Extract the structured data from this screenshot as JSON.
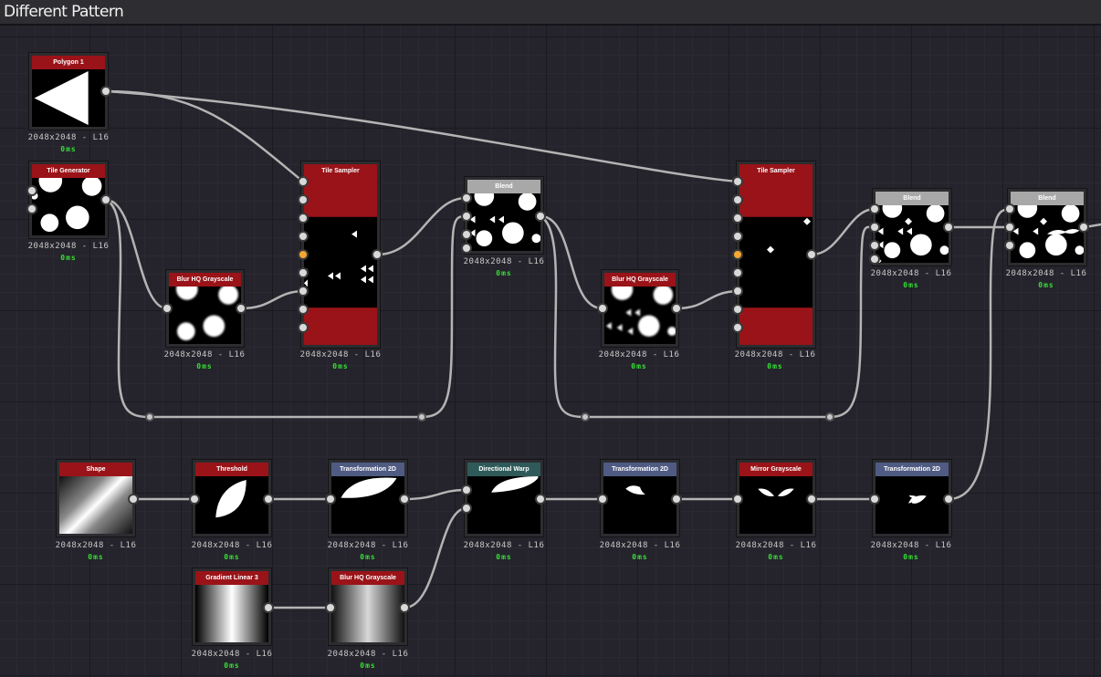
{
  "title": "Different Pattern",
  "colors": {
    "header_red": "#9a1318",
    "header_gray": "#a8a8a8",
    "header_blue": "#4f5b82",
    "header_teal": "#2f5a5a",
    "time_green": "#35e035",
    "wire": "#b4b4b4"
  },
  "nodes": [
    {
      "id": "polygon1",
      "label": "Polygon 1",
      "info": "2048x2048 - L16",
      "time": "0ms",
      "header": "red",
      "icon": "triangle-thumbnail"
    },
    {
      "id": "tilegen",
      "label": "Tile Generator",
      "info": "2048x2048 - L16",
      "time": "0ms",
      "header": "red",
      "icon": "circles-thumbnail"
    },
    {
      "id": "blur1",
      "label": "Blur HQ Grayscale",
      "info": "2048x2048 - L16",
      "time": "0ms",
      "header": "red",
      "icon": "circles-thumbnail"
    },
    {
      "id": "tilesampler1",
      "label": "Tile Sampler",
      "info": "2048x2048 - L16",
      "time": "0ms",
      "header": "red",
      "icon": "triangles-thumbnail"
    },
    {
      "id": "blend1",
      "label": "Blend",
      "info": "2048x2048 - L16",
      "time": "0ms",
      "header": "gray",
      "icon": "blend-thumbnail"
    },
    {
      "id": "blur2",
      "label": "Blur HQ Grayscale",
      "info": "2048x2048 - L16",
      "time": "0ms",
      "header": "red",
      "icon": "circles-thumbnail"
    },
    {
      "id": "tilesampler2",
      "label": "Tile Sampler",
      "info": "2048x2048 - L16",
      "time": "0ms",
      "header": "red",
      "icon": "diamonds-thumbnail"
    },
    {
      "id": "blend2",
      "label": "Blend",
      "info": "2048x2048 - L16",
      "time": "0ms",
      "header": "gray",
      "icon": "blend-thumbnail"
    },
    {
      "id": "blend3",
      "label": "Blend",
      "info": "2048x2048 - L16",
      "time": "0ms",
      "header": "gray",
      "icon": "blend-thumbnail"
    },
    {
      "id": "shape",
      "label": "Shape",
      "info": "2048x2048 - L16",
      "time": "0ms",
      "header": "red",
      "icon": "gradient-thumbnail"
    },
    {
      "id": "threshold",
      "label": "Threshold",
      "info": "2048x2048 - L16",
      "time": "0ms",
      "header": "red",
      "icon": "leaf-thumbnail"
    },
    {
      "id": "transform1",
      "label": "Transformation 2D",
      "info": "2048x2048 - L16",
      "time": "0ms",
      "header": "blue",
      "icon": "leaf-thumbnail"
    },
    {
      "id": "dirwarp",
      "label": "Directional Warp",
      "info": "2048x2048 - L16",
      "time": "0ms",
      "header": "teal",
      "icon": "leaf-thumbnail"
    },
    {
      "id": "transform2",
      "label": "Transformation 2D",
      "info": "2048x2048 - L16",
      "time": "0ms",
      "header": "blue",
      "icon": "leaf-thumbnail"
    },
    {
      "id": "mirror",
      "label": "Mirror Grayscale",
      "info": "2048x2048 - L16",
      "time": "0ms",
      "header": "red",
      "icon": "leaf-thumbnail"
    },
    {
      "id": "transform3",
      "label": "Transformation 2D",
      "info": "2048x2048 - L16",
      "time": "0ms",
      "header": "blue",
      "icon": "leaf-thumbnail"
    },
    {
      "id": "gradlin",
      "label": "Gradient Linear 3",
      "info": "2048x2048 - L16",
      "time": "0ms",
      "header": "red",
      "icon": "gradient-thumbnail"
    },
    {
      "id": "blur3",
      "label": "Blur HQ Grayscale",
      "info": "2048x2048 - L16",
      "time": "0ms",
      "header": "red",
      "icon": "gradient-thumbnail"
    }
  ]
}
